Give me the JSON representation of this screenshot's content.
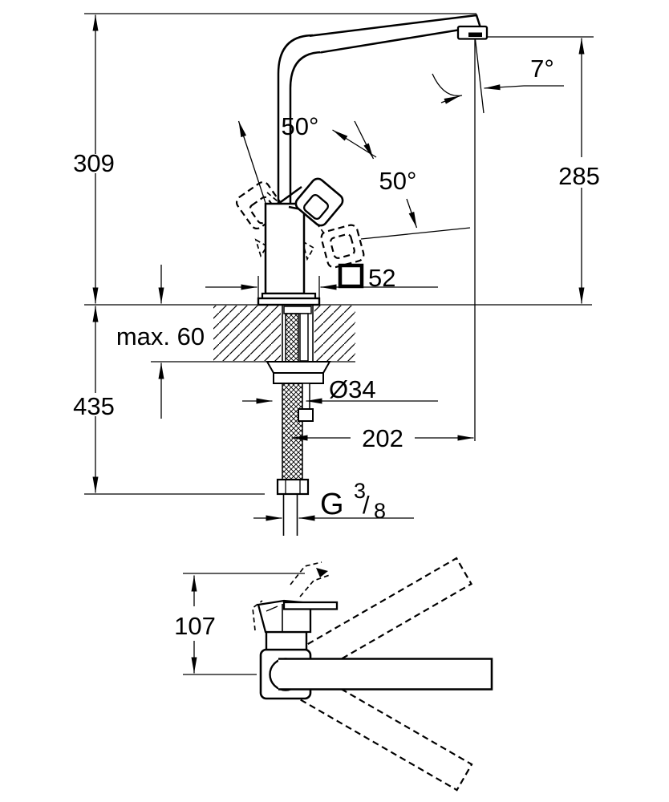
{
  "drawing": {
    "colors": {
      "line": "#000000",
      "background": "#ffffff"
    },
    "side_view": {
      "height_above_deck": "309",
      "spout_outlet_height": "285",
      "spray_angle": "7°",
      "handle_swing_left": "50°",
      "handle_swing_right": "50°",
      "body_square_value": "52",
      "deck_thickness": "max. 60",
      "below_deck_length": "435",
      "hole_diameter": "Ø34",
      "spout_reach": "202",
      "thread": {
        "letter": "G",
        "numerator": "3",
        "slash": "/",
        "denominator": "8"
      }
    },
    "top_view": {
      "handle_projection": "107"
    }
  }
}
